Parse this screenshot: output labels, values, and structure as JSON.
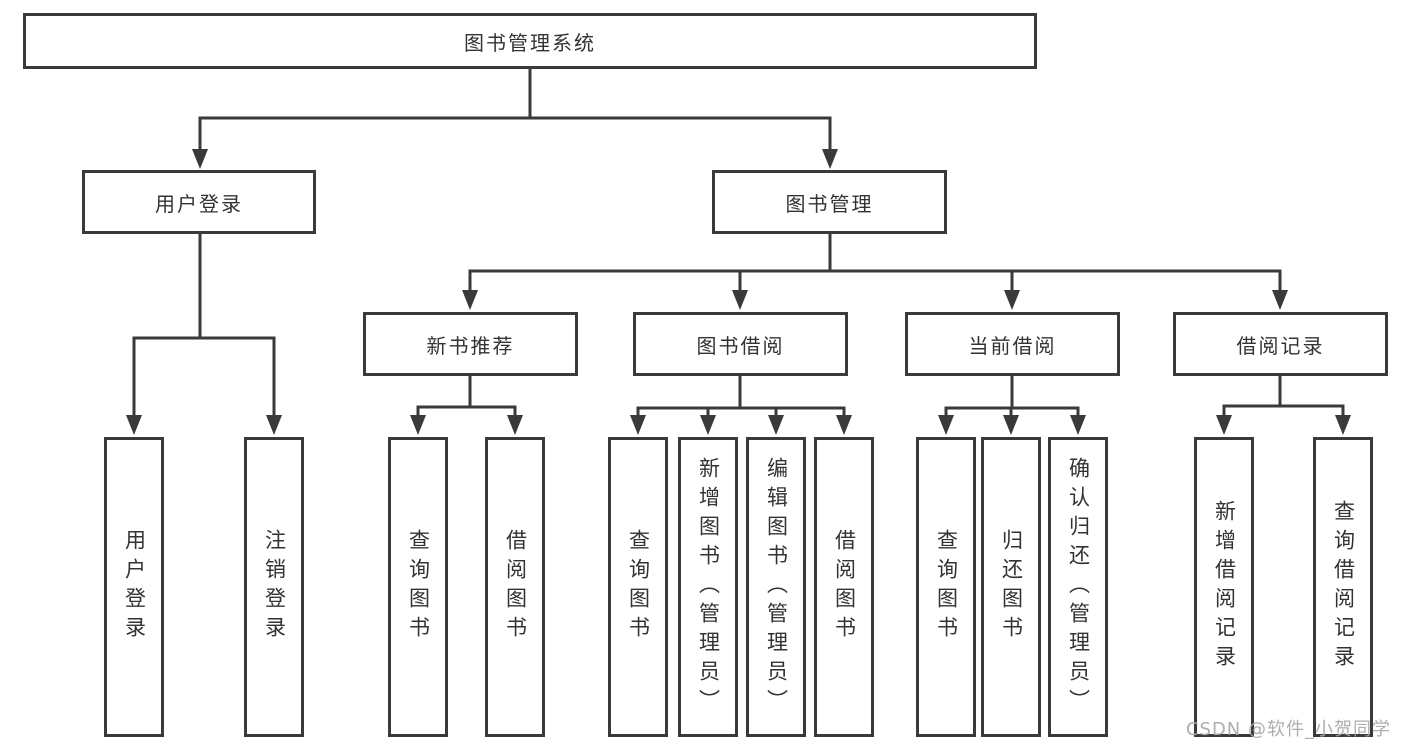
{
  "tree": {
    "root": {
      "label": "图书管理系统",
      "children": [
        {
          "label": "用户登录",
          "children": [
            {
              "label": "用户登录"
            },
            {
              "label": "注销登录"
            }
          ]
        },
        {
          "label": "图书管理",
          "children": [
            {
              "label": "新书推荐",
              "children": [
                {
                  "label": "查询图书"
                },
                {
                  "label": "借阅图书"
                }
              ]
            },
            {
              "label": "图书借阅",
              "children": [
                {
                  "label": "查询图书"
                },
                {
                  "label": "新增图书（管理员）"
                },
                {
                  "label": "编辑图书（管理员）"
                },
                {
                  "label": "借阅图书"
                }
              ]
            },
            {
              "label": "当前借阅",
              "children": [
                {
                  "label": "查询图书"
                },
                {
                  "label": "归还图书"
                },
                {
                  "label": "确认归还（管理员）"
                }
              ]
            },
            {
              "label": "借阅记录",
              "children": [
                {
                  "label": "新增借阅记录"
                },
                {
                  "label": "查询借阅记录"
                }
              ]
            }
          ]
        }
      ]
    }
  },
  "watermark": {
    "text": "CSDN @软件_小贺同学"
  },
  "colors": {
    "line": "#3a3a3a",
    "box_border": "#3a3a3a",
    "text": "#333333",
    "watermark": "#aaaaaa",
    "background": "#ffffff"
  }
}
